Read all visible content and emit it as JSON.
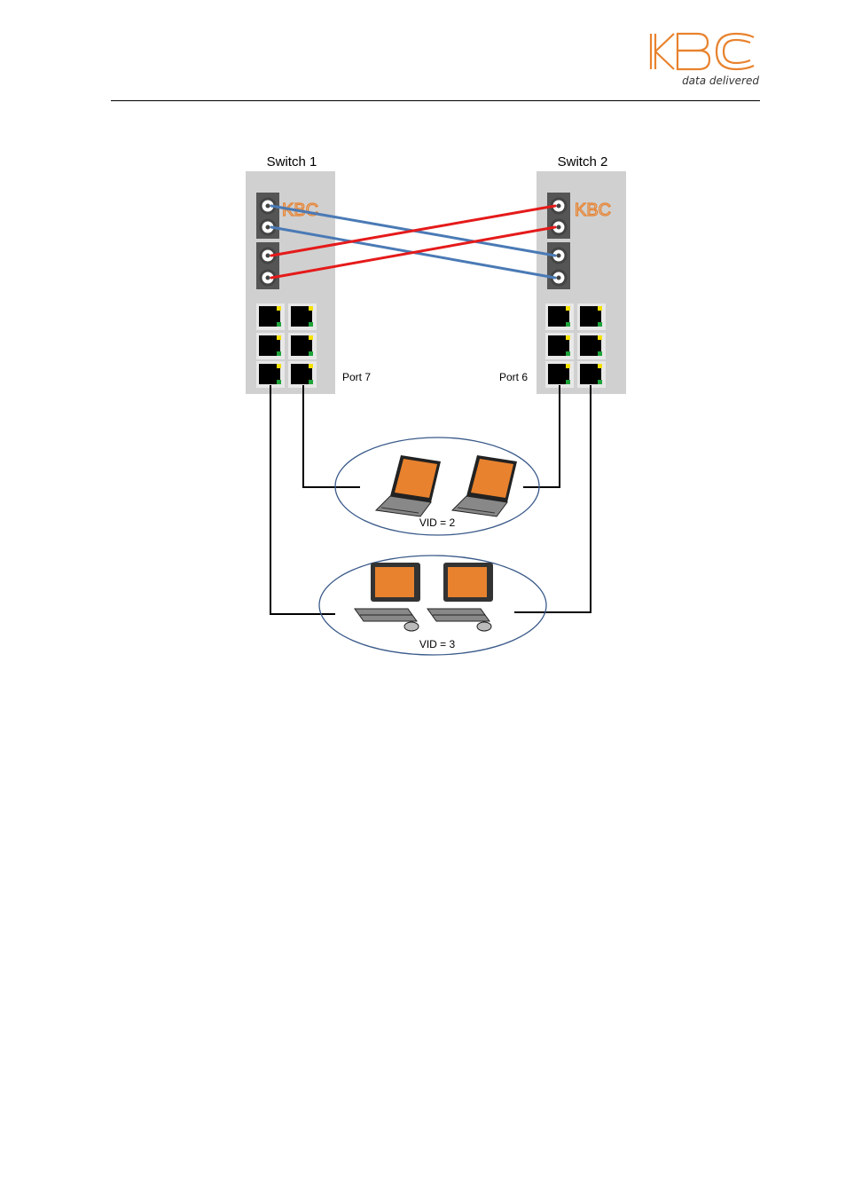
{
  "header": {
    "logo_tagline": "data delivered"
  },
  "diagram": {
    "switch1_label": "Switch 1",
    "switch2_label": "Switch 2",
    "port_left_label": "Port 7",
    "port_right_label": "Port 6",
    "vlan_top_label": "VID = 2",
    "vlan_bottom_label": "VID = 3"
  },
  "colors": {
    "brand_orange": "#E8822E",
    "fiber_blue": "#4A7AB5",
    "fiber_red": "#E51A1A",
    "switch_body": "#D0D0D0",
    "vlan_ellipse": "#3A5A8A"
  }
}
